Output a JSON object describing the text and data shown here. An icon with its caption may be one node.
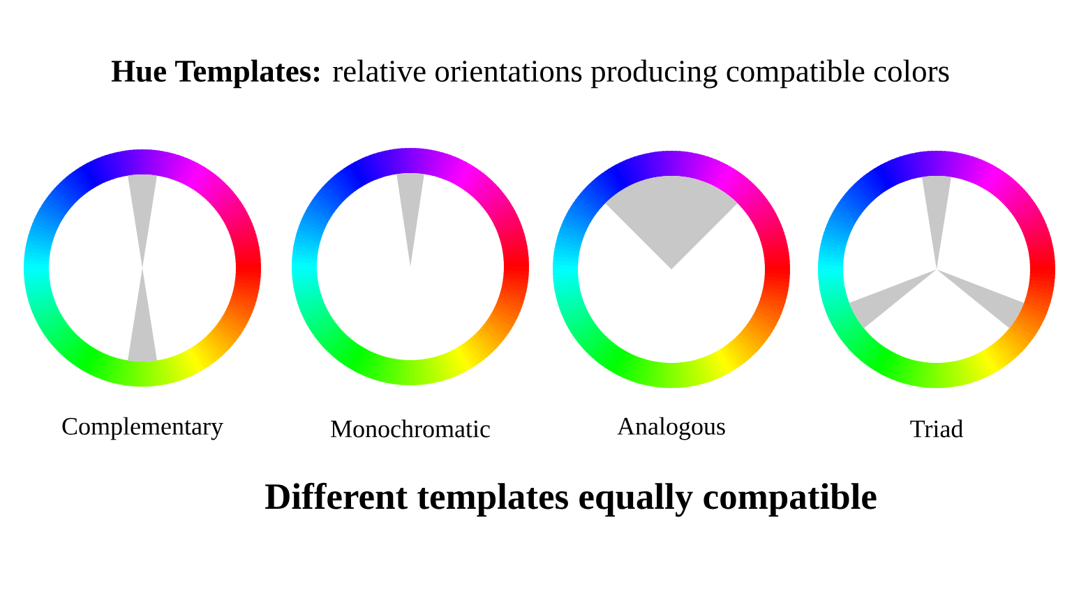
{
  "diagram": {
    "title": "**Hue Templates:** relative orientations producing compatible colors",
    "caption": "Different templates equally compatible",
    "nodes": [
      {
        "text": [
          "Complementary"
        ]
      },
      {
        "text": [
          "Monochromatic"
        ]
      },
      {
        "text": [
          "Analogous"
        ]
      },
      {
        "text": [
          "Triad"
        ]
      }
    ]
  }
}
